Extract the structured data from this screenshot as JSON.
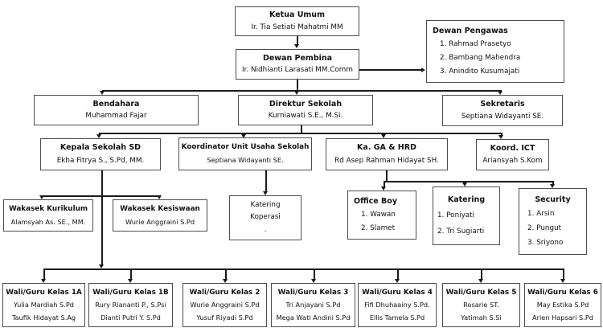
{
  "colors": {
    "background": "#ffffff",
    "box_border": "#4d4d4d",
    "line": "#1a1a1a",
    "text": "#111111"
  },
  "org": {
    "ketua_umum": {
      "title": "Ketua Umum",
      "name": "Ir. Tia Setiati Mahatmi MM"
    },
    "dewan_pembina": {
      "title": "Dewan Pembina",
      "name": "Ir. Nidhianti Larasati MM.Comm"
    },
    "dewan_pengawas": {
      "title": "Dewan Pengawas",
      "members": [
        "1.  Rahmad Prasetyo",
        "2.  Bambang Mahendra",
        "3.  Anindito Kusumajati"
      ]
    },
    "bendahara": {
      "title": "Bendahara",
      "name": "Muhammad Fajar"
    },
    "direktur": {
      "title": "Direktur Sekolah",
      "name": "Kurniawati S.E., M.Si."
    },
    "sekretaris": {
      "title": "Sekretaris",
      "name": "Septiana Widayanti SE."
    },
    "kepala_sd": {
      "title": "Kepala Sekolah SD",
      "name": "Ekha Fitrya S., S.Pd, MM."
    },
    "koordinator_unit": {
      "title": "Koordinator Unit Usaha Sekolah",
      "name": "Septiana Widayanti SE."
    },
    "ka_ga_hrd": {
      "title": "Ka. GA & HRD",
      "name": "Rd Asep Rahman Hidayat SH."
    },
    "koord_ict": {
      "title": "Koord. ICT",
      "name": "Ariansyah S.Kom"
    },
    "wakasek_kurikulum": {
      "title": "Wakasek Kurikulum",
      "name": "Alamsyah As. SE., MM."
    },
    "wakasek_kesiswaan": {
      "title": "Wakasek Kesiswaan",
      "name": "Wurie Anggraini S.Pd"
    },
    "unit_usaha": {
      "lines": [
        "Katering",
        "Koperasi",
        "."
      ]
    },
    "office_boy": {
      "title": "Office Boy",
      "members": [
        "1.  Wawan",
        "2.  Slamet"
      ]
    },
    "katering_staff": {
      "title": "Katering",
      "members": [
        "1.  Poniyati",
        "2.  Tri Sugiarti"
      ]
    },
    "security": {
      "title": "Security",
      "members": [
        "1.  Arsin",
        "2.  Pungut",
        "3.  Sriyono"
      ]
    },
    "kelas": [
      {
        "title": "Wali/Guru Kelas 1A",
        "teachers": [
          "Yulia Mardiah S.Pd",
          "Taufik Hidayat S.Ag"
        ]
      },
      {
        "title": "Wali/Guru Kelas 1B",
        "teachers": [
          "Rury Riananti P., S.Psi",
          "Dianti Putri Y. S.Pd"
        ]
      },
      {
        "title": "Wali/Guru Kelas 2",
        "teachers": [
          "Wurie Anggraini S.Pd",
          "Yusuf Riyadi S.Pd"
        ]
      },
      {
        "title": "Wali/Guru Kelas 3",
        "teachers": [
          "Tri Anjayani S.Pd",
          "Mega Wati Andini S.Pd"
        ]
      },
      {
        "title": "Wali/Guru Kelas 4",
        "teachers": [
          "Fifi Dhuhaainy S.Pd.",
          "Ellis Tamela S.Pd"
        ]
      },
      {
        "title": "Wali/Guru Kelas 5",
        "teachers": [
          "Rosarie ST.",
          "Yatimah S.Si"
        ]
      },
      {
        "title": "Wali/Guru Kelas 6",
        "teachers": [
          "May Estika S.Pd",
          "Arien Hapsari S.Pd"
        ]
      }
    ]
  }
}
